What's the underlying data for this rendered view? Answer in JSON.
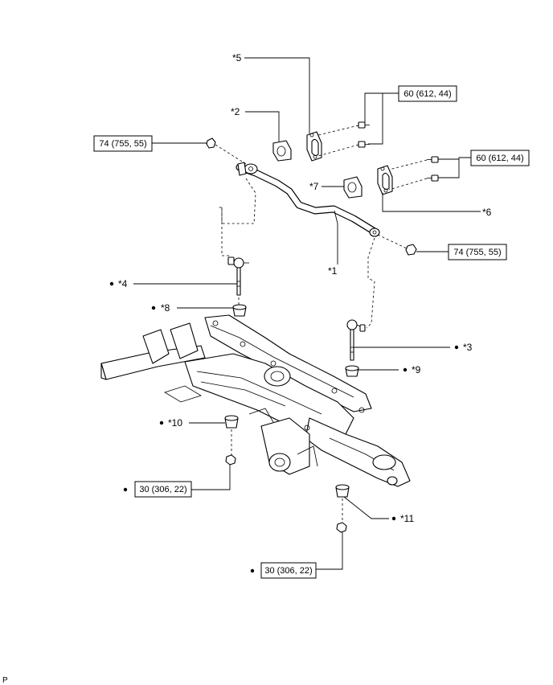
{
  "callouts": {
    "c1": "*1",
    "c2": "*2",
    "c3": "*3",
    "c4": "*4",
    "c5": "*5",
    "c6": "*6",
    "c7": "*7",
    "c8": "*8",
    "c9": "*9",
    "c10": "*10",
    "c11": "*11"
  },
  "torque": {
    "nut_left": "74 (755, 55)",
    "nut_right": "74 (755, 55)",
    "bracket_bolts_upper": "60 (612, 44)",
    "bracket_bolts_lower": "60 (612, 44)",
    "rear_nut_left": "30 (306, 22)",
    "rear_nut_right": "30 (306, 22)"
  },
  "footer": {
    "code": "P"
  }
}
